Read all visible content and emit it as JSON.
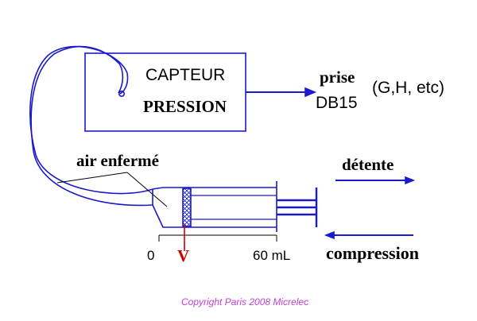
{
  "sensor": {
    "title_line1": "CAPTEUR",
    "title_line2": "PRESSION"
  },
  "connector": {
    "word1": "prise",
    "word2": "DB15",
    "models": "(G,H, etc)"
  },
  "syringe": {
    "trapped_air_label": "air enfermé",
    "scale_start": "0",
    "volume_symbol": "V",
    "scale_end": "60 mL"
  },
  "motion": {
    "expansion": "détente",
    "compression": "compression"
  },
  "footer": {
    "copyright": "Copyright Paris 2008 Micrelec"
  },
  "colors": {
    "line": "#1a1acc",
    "volume_marker": "#cc0000",
    "copyright": "#bf3fd0"
  }
}
